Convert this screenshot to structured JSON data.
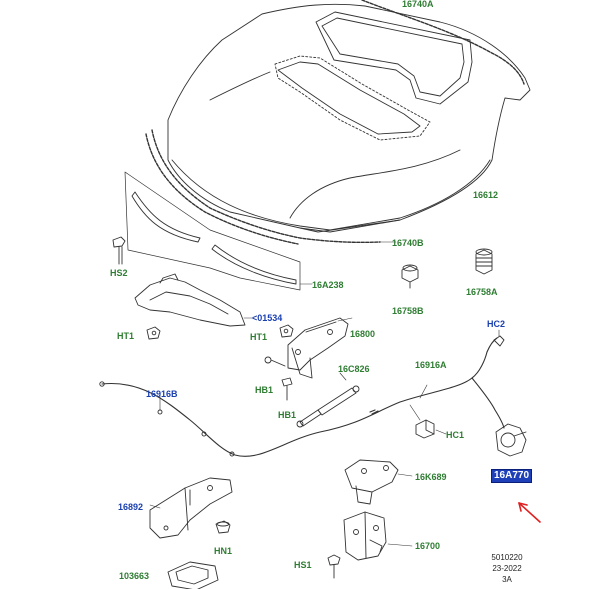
{
  "labels": {
    "p16740A": "16740A",
    "p16612": "16612",
    "p16740B": "16740B",
    "pHS2": "HS2",
    "p16A238": "16A238",
    "p16758A": "16758A",
    "p16758B": "16758B",
    "p01534": "01534",
    "p16800": "16800",
    "pHT1a": "HT1",
    "pHT1b": "HT1",
    "pHC2": "HC2",
    "p16916A": "16916A",
    "p16916B": "16916B",
    "p16C826": "16C826",
    "pHB1a": "HB1",
    "pHB1b": "HB1",
    "pHC1": "HC1",
    "p16A770": "16A770",
    "p16K689": "16K689",
    "p16892": "16892",
    "pHN1": "HN1",
    "p16700": "16700",
    "pHS1": "HS1",
    "p103663": "103663"
  },
  "reference": {
    "line1": "5010220",
    "line2": "23-2022",
    "line3": "3A"
  },
  "colors": {
    "part_label_green": "#2e7d32",
    "part_label_blue": "#1a3fb0",
    "highlight_box": "#1f3fb8",
    "pointer_arrow": "#e02020"
  }
}
